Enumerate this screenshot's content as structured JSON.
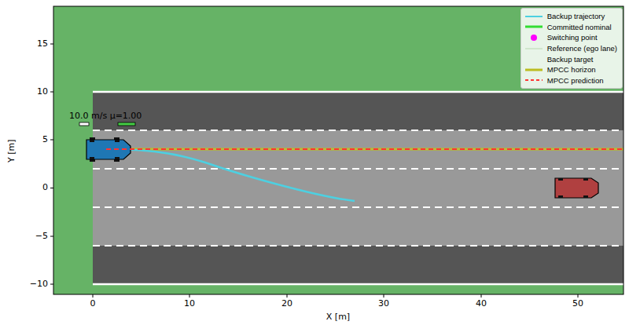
{
  "diagram": {
    "labels": [
      "10.0 m/s μ=1.00",
      "15",
      "10",
      "5",
      "0",
      "−5",
      "−10",
      "0",
      "10",
      "20",
      "30",
      "40",
      "50",
      "X [m]",
      "Y [m]"
    ],
    "legend": [
      {
        "text": "Backup trajectory"
      },
      {
        "text": "Committed nominal"
      },
      {
        "text": "Switching point"
      },
      {
        "text": "Reference (ego lane)"
      },
      {
        "text": "Backup target"
      },
      {
        "text": "MPCC horizon"
      },
      {
        "text": "MPCC prediction"
      }
    ]
  }
}
